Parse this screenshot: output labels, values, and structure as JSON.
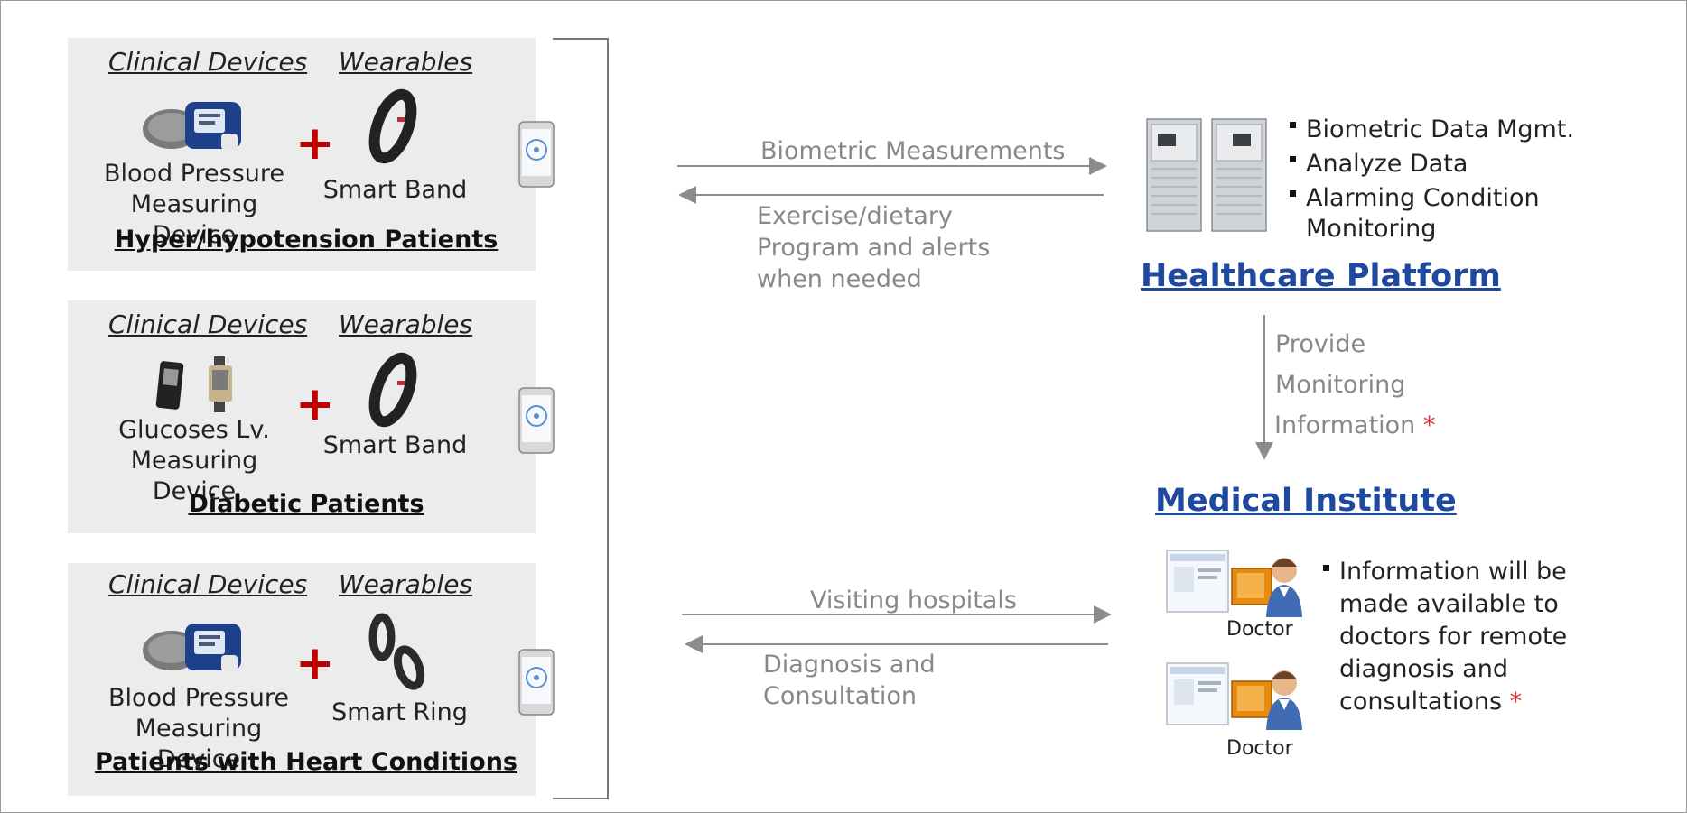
{
  "groups": [
    {
      "category_clinical": "Clinical Devices",
      "category_wearables": "Wearables",
      "clinical_device": "Blood Pressure\nMeasuring Device",
      "wearable_device": "Smart Band",
      "plus": "+",
      "patient_title": "Hyper/hypotension Patients"
    },
    {
      "category_clinical": "Clinical Devices",
      "category_wearables": "Wearables",
      "clinical_device": "Glucoses Lv.\nMeasuring Device",
      "wearable_device": "Smart Band",
      "plus": "+",
      "patient_title": "Diabetic Patients"
    },
    {
      "category_clinical": "Clinical Devices",
      "category_wearables": "Wearables",
      "clinical_device": "Blood Pressure\nMeasuring Device",
      "wearable_device": "Smart Ring",
      "plus": "+",
      "patient_title": "Patients with Heart Conditions"
    }
  ],
  "flows": {
    "biometric_measurements": "Biometric Measurements",
    "exercise_program_1": "Exercise/dietary",
    "exercise_program_2": "Program and alerts",
    "exercise_program_3": "when needed",
    "provide_1": "Provide",
    "provide_2": "Monitoring",
    "provide_3": "Information",
    "visiting_hospitals": "Visiting hospitals",
    "diagnosis_1": "Diagnosis and",
    "diagnosis_2": "Consultation",
    "asterisk": "*"
  },
  "platform": {
    "title": "Healthcare Platform",
    "features": [
      "Biometric Data Mgmt.",
      "Analyze Data",
      "Alarming Condition",
      "Monitoring"
    ]
  },
  "institute": {
    "title": "Medical Institute",
    "doctor_label_1": "Doctor",
    "doctor_label_2": "Doctor",
    "note_lines": [
      "Information will be",
      "made available to",
      "doctors for remote",
      "diagnosis and",
      "consultations"
    ],
    "asterisk": "*"
  },
  "colors": {
    "accent_blue": "#1f49a0",
    "plus_red": "#c00000",
    "panel_gray": "#ececec",
    "arrow_gray": "#8c8c8c",
    "asterisk_red": "#e03030"
  },
  "icons": [
    "blood-pressure-monitor-icon",
    "smart-band-icon",
    "glucose-meter-icon",
    "smart-ring-icon",
    "smartphone-icon",
    "server-icon",
    "doctor-computer-icon"
  ]
}
